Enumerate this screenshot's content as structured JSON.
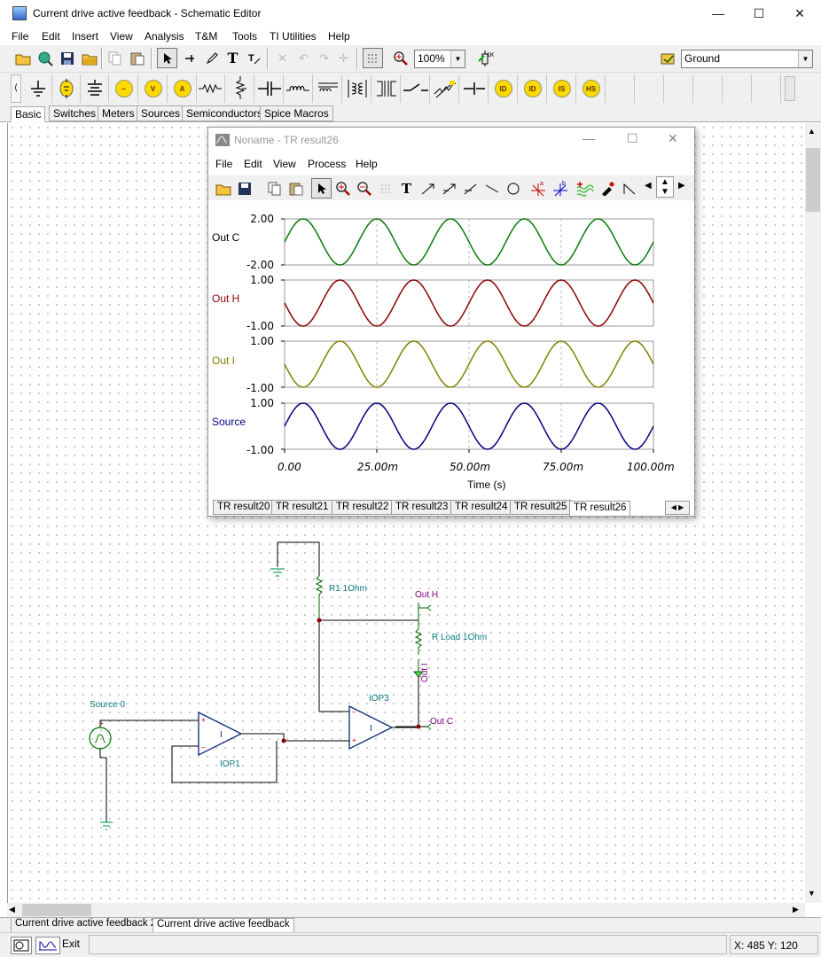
{
  "app": {
    "title": "Current drive active feedback - Schematic Editor",
    "controls": {
      "minimize": "—",
      "maximize": "☐",
      "close": "✕"
    }
  },
  "menu": {
    "file": "File",
    "edit": "Edit",
    "insert": "Insert",
    "view": "View",
    "analysis": "Analysis",
    "tm": "T&M",
    "tools": "Tools",
    "ti_utilities": "TI Utilities",
    "help": "Help"
  },
  "toolbar": {
    "zoom": "100%",
    "ground_select": "Ground",
    "icons": [
      "open-icon",
      "preview-icon",
      "save-icon",
      "open-folder-icon",
      "copy-icon",
      "paste-icon",
      "pointer-icon",
      "wire-icon",
      "pencil-icon",
      "text-icon",
      "cursor-text-icon",
      "delete-icon",
      "undo-icon",
      "redo-icon",
      "junction-icon",
      "grid-icon",
      "zoom-icon",
      "component-icon",
      "probe-icon"
    ]
  },
  "component_bar": {
    "items": [
      "ground",
      "battery",
      "voltage-source",
      "capacitor-bank",
      "voltmeter",
      "ammeter",
      "ammeter-probe",
      "resistor",
      "potentiometer",
      "capacitor",
      "inductor",
      "transformer",
      "switch",
      "relay",
      "diode",
      "led",
      "current-source",
      "isource",
      "tsource",
      "msource"
    ],
    "circle_labels": [
      "V",
      "A",
      "ID",
      "IS",
      "HS"
    ]
  },
  "component_tabs": [
    "Basic",
    "Switches",
    "Meters",
    "Sources",
    "Semiconductors",
    "Spice Macros"
  ],
  "component_tab_active": "Basic",
  "tr_window": {
    "title": "Noname - TR result26",
    "menu": [
      "File",
      "Edit",
      "View",
      "Process",
      "Help"
    ],
    "tabs": [
      "TR result20",
      "TR result21",
      "TR result22",
      "TR result23",
      "TR result24",
      "TR result25",
      "TR result26"
    ],
    "active_tab": "TR result26"
  },
  "chart_data": {
    "type": "line",
    "xlabel": "Time (s)",
    "xlim": [
      0,
      0.1
    ],
    "x_ticks": [
      "0.00",
      "25.00m",
      "50.00m",
      "75.00m",
      "100.00m"
    ],
    "frequency_hz": 50,
    "series": [
      {
        "name": "Out C",
        "color": "#0a7a0a",
        "ylim": [
          -2,
          2
        ],
        "y_ticks": [
          "2.00",
          "-2.00"
        ],
        "amplitude": 2,
        "phase_deg": 0
      },
      {
        "name": "Out H",
        "color": "#8b0000",
        "ylim": [
          -1,
          1
        ],
        "y_ticks": [
          "1.00",
          "-1.00"
        ],
        "amplitude": 1,
        "phase_deg": 180
      },
      {
        "name": "Out I",
        "color": "#808000",
        "ylim": [
          -1,
          1
        ],
        "y_ticks": [
          "1.00",
          "-1.00"
        ],
        "amplitude": 1,
        "phase_deg": 180
      },
      {
        "name": "Source",
        "color": "#00007f",
        "ylim": [
          -1,
          1
        ],
        "y_ticks": [
          "1.00",
          "-1.00"
        ],
        "amplitude": 1,
        "phase_deg": 0
      }
    ]
  },
  "schematic": {
    "source_label": "Source 0",
    "r1_label": "R1 1Ohm",
    "rload_label": "R Load 1Ohm",
    "outh_label": "Out H",
    "outi_label": "Out I",
    "outc_label": "Out C",
    "iop1_label": "IOP1",
    "iop3_label": "IOP3",
    "iop_inner": "I"
  },
  "doc_tabs": [
    "Current drive active feedback 2",
    "Current drive active feedback"
  ],
  "doc_tab_active": "Current drive active feedback",
  "status": {
    "exit": "Exit",
    "coords": "X: 485  Y: 120"
  }
}
